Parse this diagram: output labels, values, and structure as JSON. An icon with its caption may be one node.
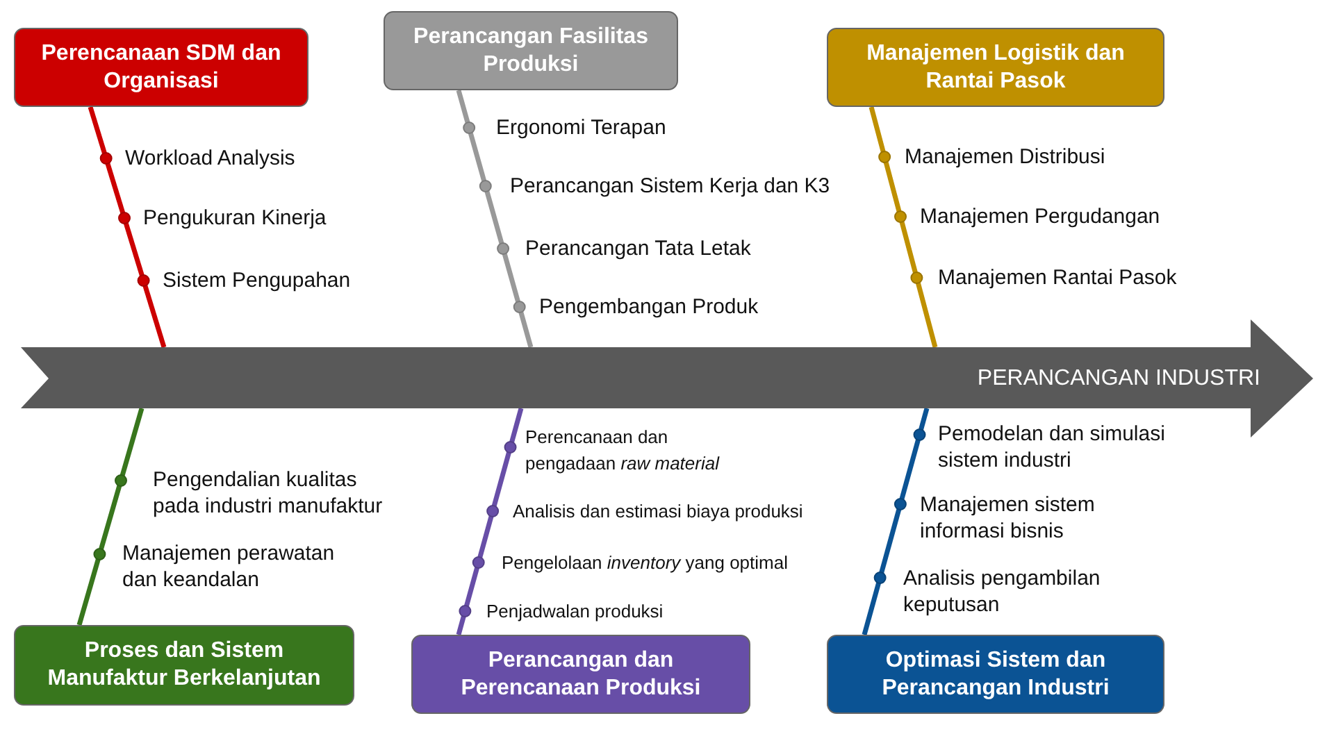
{
  "diagram": {
    "nodes": [
      {
        "text": [
          "Perencanaan SDM dan Organisasi"
        ]
      },
      {
        "text": [
          "Perancangan Fasilitas Produksi"
        ]
      },
      {
        "text": [
          "Manajemen Logistik dan Rantai Pasok"
        ]
      },
      {
        "text": [
          "PERANCANGAN INDUSTRI"
        ]
      },
      {
        "text": [
          "Proses dan Sistem Manufaktur Berkelanjutan"
        ]
      },
      {
        "text": [
          "Perancangan dan Perencanaan Produksi"
        ]
      },
      {
        "text": [
          "Optimasi Sistem dan Perancangan Industri"
        ]
      }
    ],
    "edges": [
      {
        "from": 0,
        "to": 3,
        "arrow": "none",
        "color": "#cc0000"
      },
      {
        "from": 1,
        "to": 3,
        "arrow": "none",
        "color": "#999999"
      },
      {
        "from": 2,
        "to": 3,
        "arrow": "none",
        "color": "#bf9000"
      },
      {
        "from": 4,
        "to": 3,
        "arrow": "none",
        "color": "#38761d"
      },
      {
        "from": 5,
        "to": 3,
        "arrow": "none",
        "color": "#674ea7"
      },
      {
        "from": 6,
        "to": 3,
        "arrow": "none",
        "color": "#0b5394"
      }
    ],
    "labels": [
      "Workload Analysis",
      "Pengukuran Kinerja",
      "Sistem Pengupahan",
      "Ergonomi Terapan",
      "Perancangan Sistem Kerja dan K3",
      "Perancangan Tata Letak",
      "Pengembangan Produk",
      "Manajemen Distribusi",
      "Manajemen Pergudangan",
      "Manajemen Rantai Pasok",
      "Pengendalian kualitas pada industri manufaktur",
      "Manajemen perawatan dan keandalan",
      "Perencanaan dan pengadaan *raw material*",
      "Analisis dan estimasi biaya produksi",
      "Pengelolaan *inventory* yang optimal",
      "Penjadwalan produksi",
      "Pemodelan dan simulasi sistem industri",
      "Manajemen sistem informasi bisnis",
      "Analisis pengambilan keputusan"
    ]
  }
}
